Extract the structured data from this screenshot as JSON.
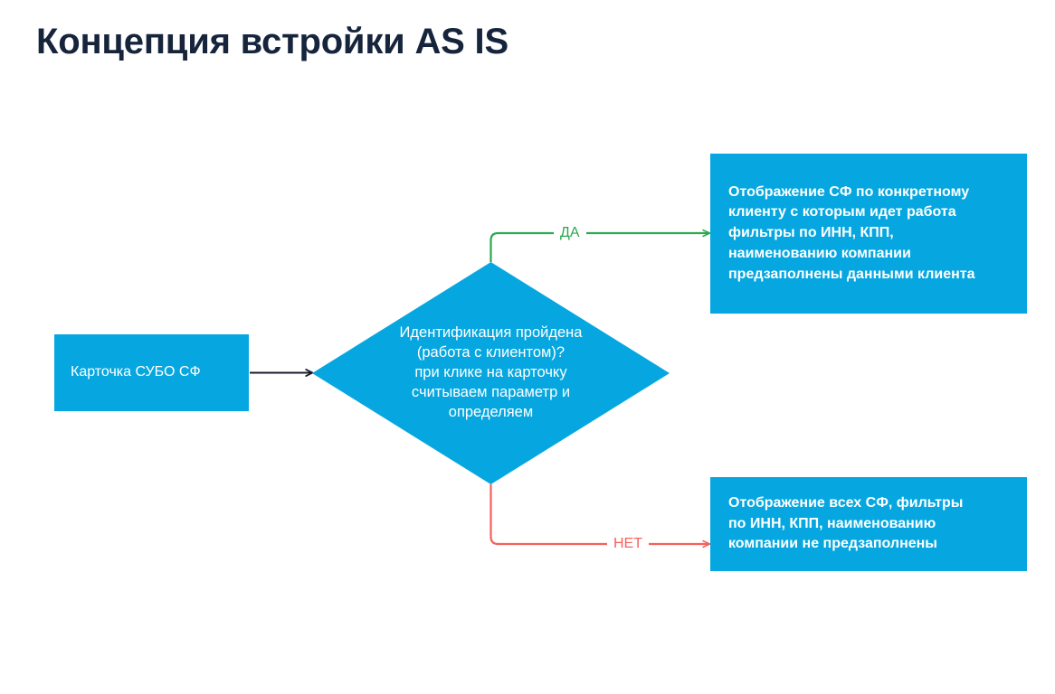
{
  "slide": {
    "title": "Концепция встройки AS IS",
    "title_color": "#16243C",
    "background": "#ffffff"
  },
  "theme": {
    "node_fill": "#06A7E0",
    "node_text_color": "#ffffff",
    "arrow_default": "#1A1A2E",
    "arrow_yes": "#2DA84E",
    "arrow_no": "#F4615C"
  },
  "diagram": {
    "type": "flowchart",
    "nodes": [
      {
        "id": "start",
        "shape": "rectangle",
        "label": "Карточка СУБО СФ",
        "fill": "#06A7E0"
      },
      {
        "id": "decision",
        "shape": "diamond",
        "label": "Идентификация пройдена\n(работа с клиентом)?\nпри клике на карточку\nсчитываем параметр и\nопределяем",
        "fill": "#06A7E0"
      },
      {
        "id": "yes_outcome",
        "shape": "rectangle",
        "label": "Отображение СФ по конкретному\nклиенту с которым идет работа\nфильтры по ИНН, КПП,\nнаименованию компании\nпредзаполнены данными клиента",
        "fill": "#06A7E0"
      },
      {
        "id": "no_outcome",
        "shape": "rectangle",
        "label": "Отображение всех СФ, фильтры\nпо ИНН, КПП, наименованию\nкомпании не предзаполнены",
        "fill": "#06A7E0"
      }
    ],
    "edges": [
      {
        "id": "start-to-decision",
        "from": "start",
        "to": "decision",
        "label": "",
        "color": "#1A1A2E"
      },
      {
        "id": "decision-to-yes",
        "from": "decision",
        "to": "yes_outcome",
        "label": "ДА",
        "color": "#2DA84E"
      },
      {
        "id": "decision-to-no",
        "from": "decision",
        "to": "no_outcome",
        "label": "НЕТ",
        "color": "#F4615C"
      }
    ]
  }
}
